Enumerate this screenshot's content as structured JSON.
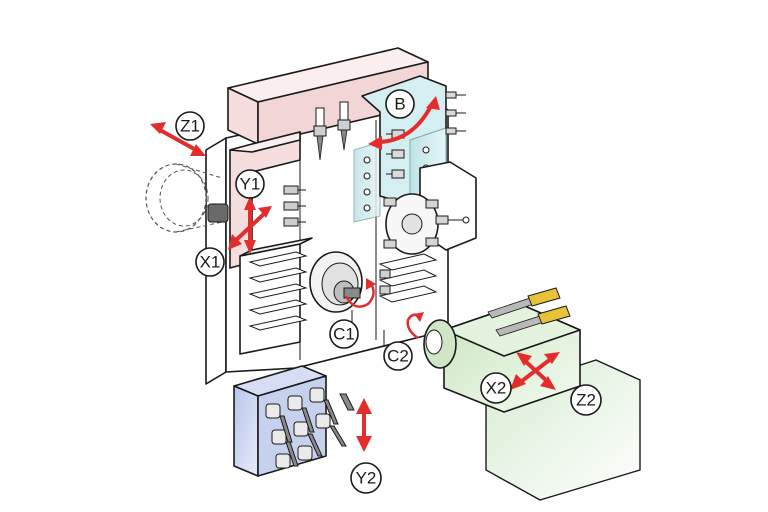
{
  "diagram": {
    "axes": {
      "z1": "Z1",
      "y1": "Y1",
      "x1": "X1",
      "b": "B",
      "c1": "C1",
      "c2": "C2",
      "x2": "X2",
      "z2": "Z2",
      "y2": "Y2"
    },
    "colors": {
      "arrow": "#e32d2d",
      "upper_turret": "#f4dcdc",
      "right_turret": "#cfe9ec",
      "lower_turret": "#c6d1ee",
      "sub_spindle": "#d6eccd",
      "tool_bits": "#e8c33a"
    }
  }
}
